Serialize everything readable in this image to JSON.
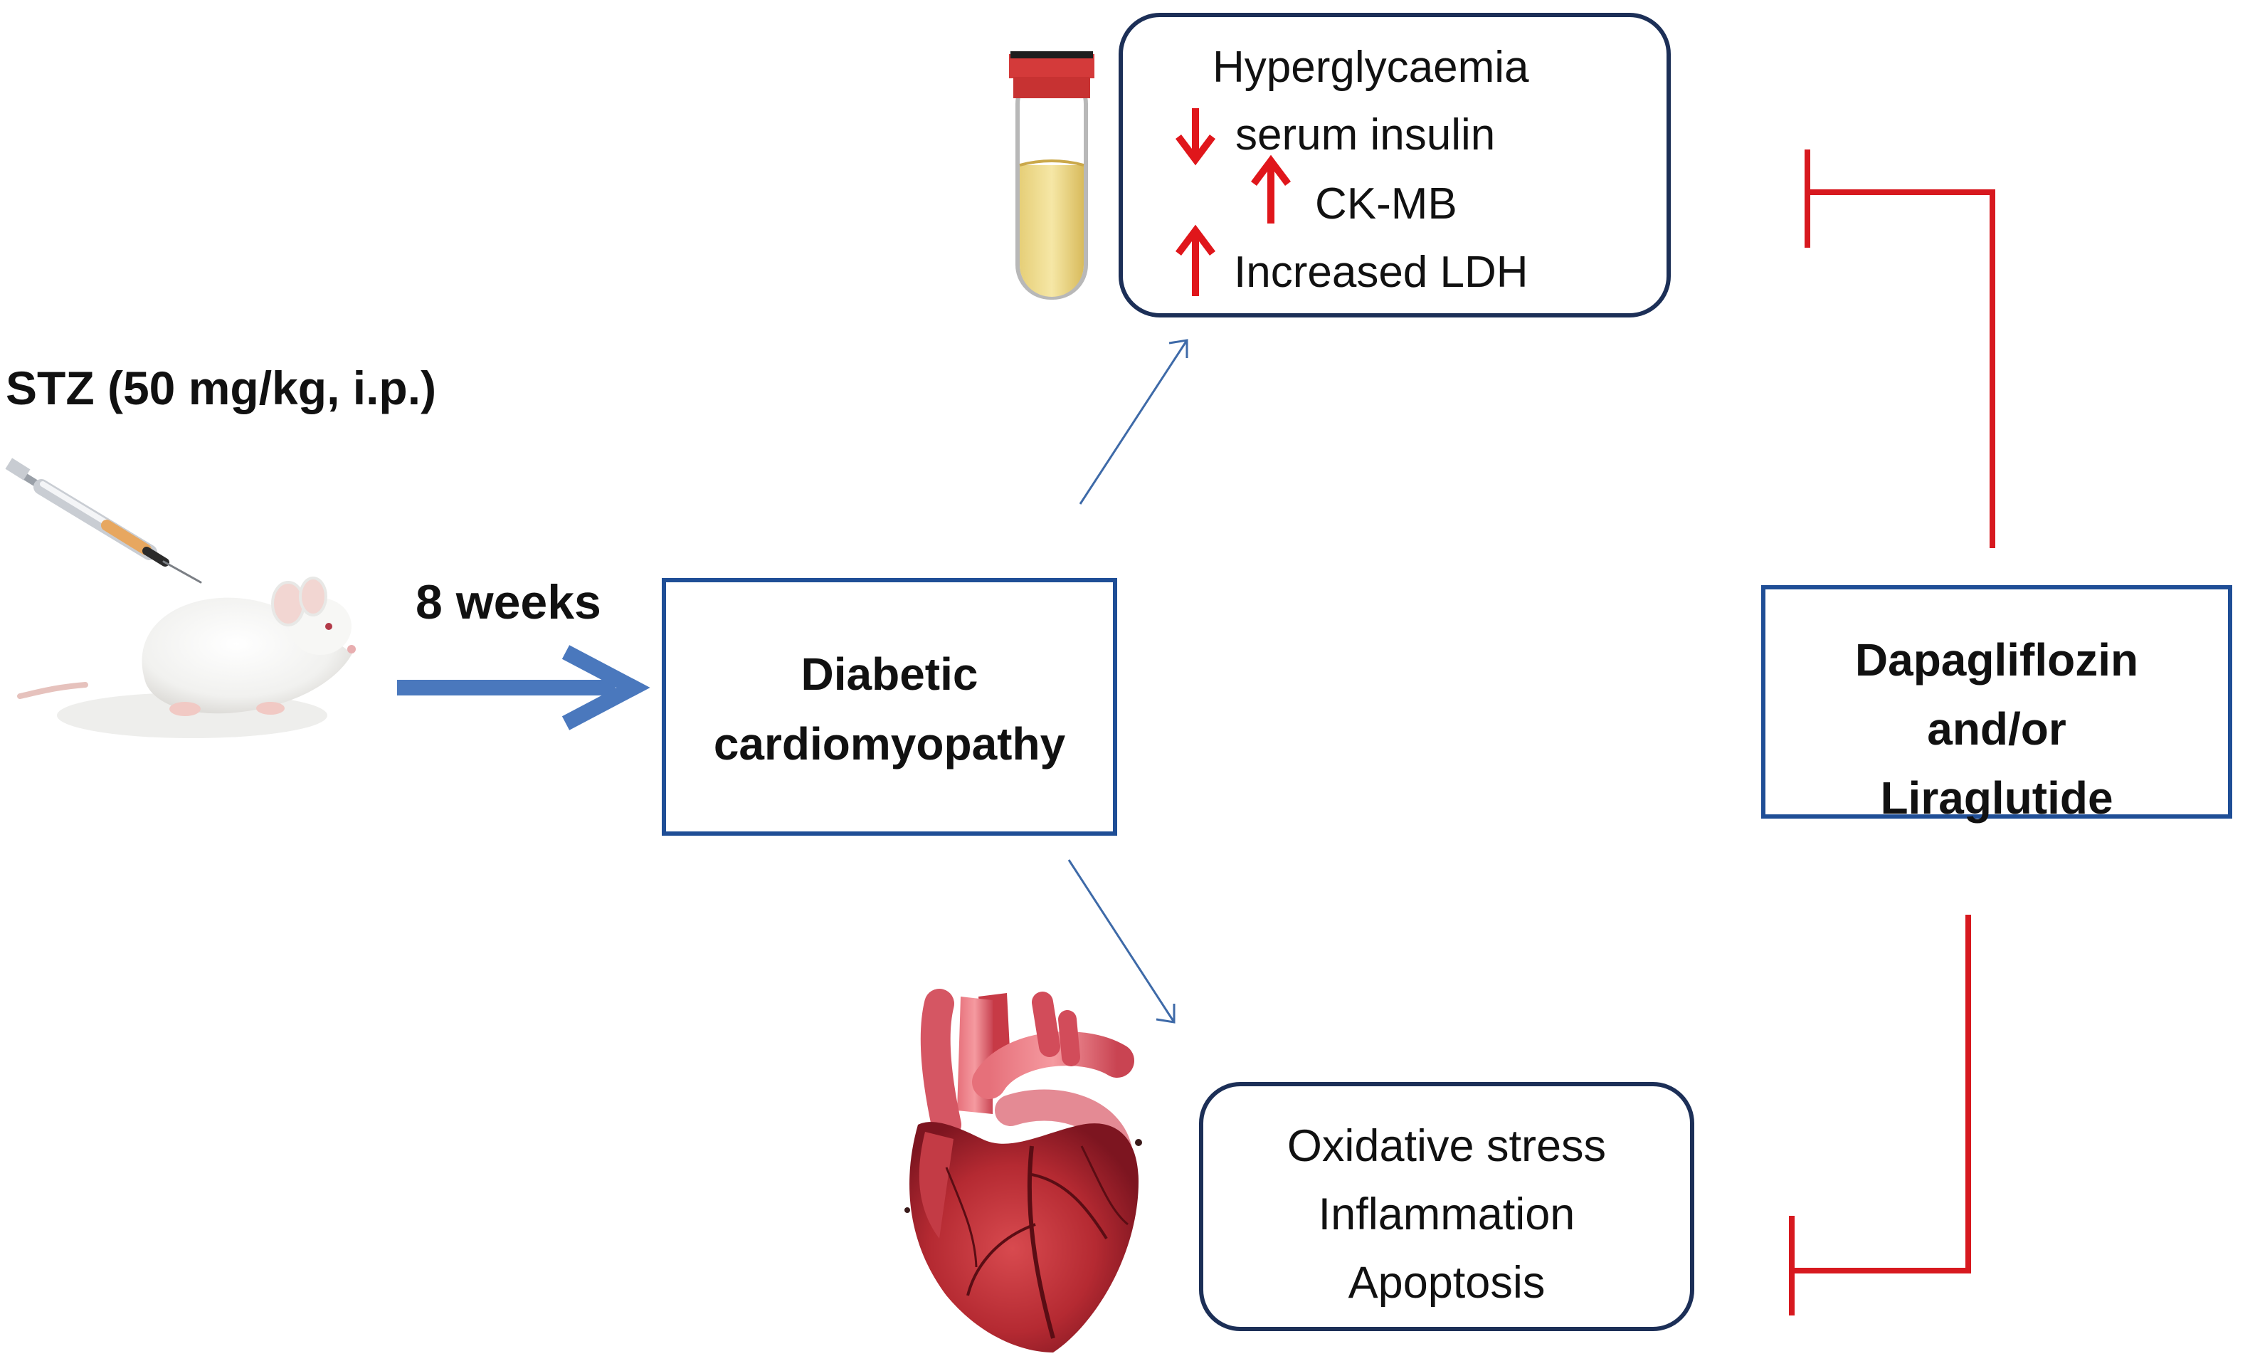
{
  "labels": {
    "stz": "STZ (50 mg/kg, i.p.)",
    "duration": "8 weeks"
  },
  "nodes": {
    "diabetic_cardiomyopathy": [
      "Diabetic",
      "cardiomyopathy"
    ],
    "treatment": [
      "Dapagliflozin",
      "and/or",
      "Liraglutide"
    ],
    "serum_markers": {
      "title": "Hyperglycaemia",
      "items": [
        {
          "text": "serum insulin",
          "direction": "down"
        },
        {
          "text": "CK-MB",
          "direction": "up"
        },
        {
          "text": "Increased LDH",
          "direction": "up"
        }
      ]
    },
    "cardiac_damage": [
      "Oxidative stress",
      "Inflammation",
      "Apoptosis"
    ]
  },
  "icons": [
    "syringe-icon",
    "rat-icon",
    "blood-tube-icon",
    "heart-icon"
  ],
  "colors": {
    "box_border": "#1f4e96",
    "rounded_border": "#1c2f57",
    "main_arrow": "#4a78bd",
    "thin_arrow": "#3e6aa8",
    "inhibit": "#d7191f",
    "marker_arrow": "#e0161b"
  }
}
